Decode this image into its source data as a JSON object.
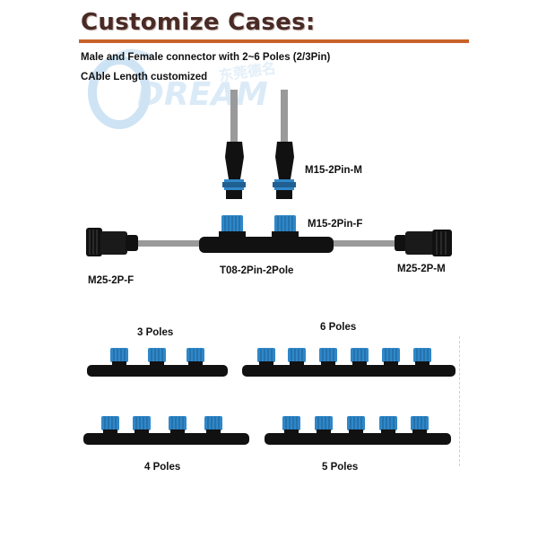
{
  "title": "Customize Cases:",
  "watermark_text": "DREAM 东莞德名",
  "subtitle_1": "Male and Female connector with 2~6 Poles (2/3Pin)",
  "subtitle_2": "CAble Length customized",
  "labels": {
    "m15_male": "M15-2Pin-M",
    "m15_female": "M15-2Pin-F",
    "m25_female": "M25-2P-F",
    "t08": "T08-2Pin-2Pole",
    "m25_male": "M25-2P-M",
    "poles_3": "3 Poles",
    "poles_6": "6 Poles",
    "poles_4": "4 Poles",
    "poles_5": "5 Poles"
  },
  "colors": {
    "accent_rule": "#c8622a",
    "title_text": "#4a2a25",
    "connector_blue": "#2f87c8",
    "connector_black": "#111111",
    "cable_grey": "#9a9a9a"
  }
}
